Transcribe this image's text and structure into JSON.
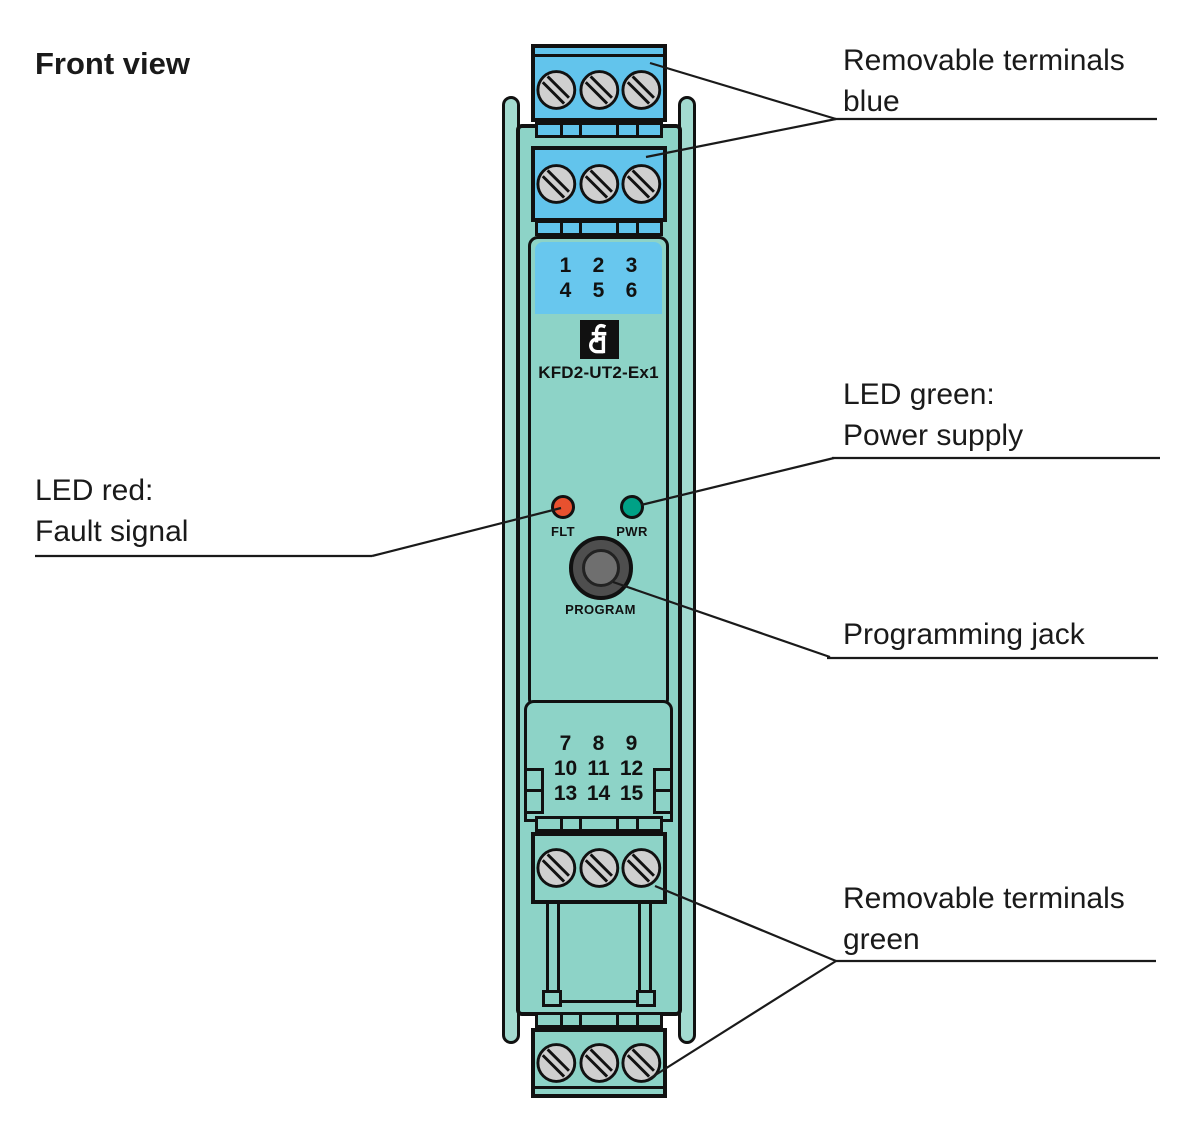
{
  "title": "Front view",
  "device": {
    "model": "KFD2-UT2-Ex1",
    "top_terminal_numbers": [
      "1",
      "2",
      "3",
      "4",
      "5",
      "6"
    ],
    "bottom_terminal_numbers": [
      "7",
      "8",
      "9",
      "10",
      "11",
      "12",
      "13",
      "14",
      "15"
    ],
    "leds": [
      {
        "label": "FLT",
        "color": "#e8512f"
      },
      {
        "label": "PWR",
        "color": "#00a186"
      }
    ],
    "jack_label": "PROGRAM"
  },
  "callouts": {
    "terminals_blue": {
      "line1": "Removable terminals",
      "line2": "blue"
    },
    "led_green": {
      "line1": "LED green:",
      "line2": "Power supply"
    },
    "led_red": {
      "line1": "LED red:",
      "line2": "Fault signal"
    },
    "programming_jack": {
      "line1": "Programming jack"
    },
    "terminals_green": {
      "line1": "Removable terminals",
      "line2": "green"
    }
  },
  "colors": {
    "terminal_blue": "#62c4ec",
    "body_teal": "#8dd3c7",
    "rail_teal": "#a3dbd0",
    "screw_gray": "#cfcfcf",
    "led_red": "#e8512f",
    "led_green": "#00a186",
    "jack_gray": "#4e4e4e",
    "outline": "#111111"
  }
}
